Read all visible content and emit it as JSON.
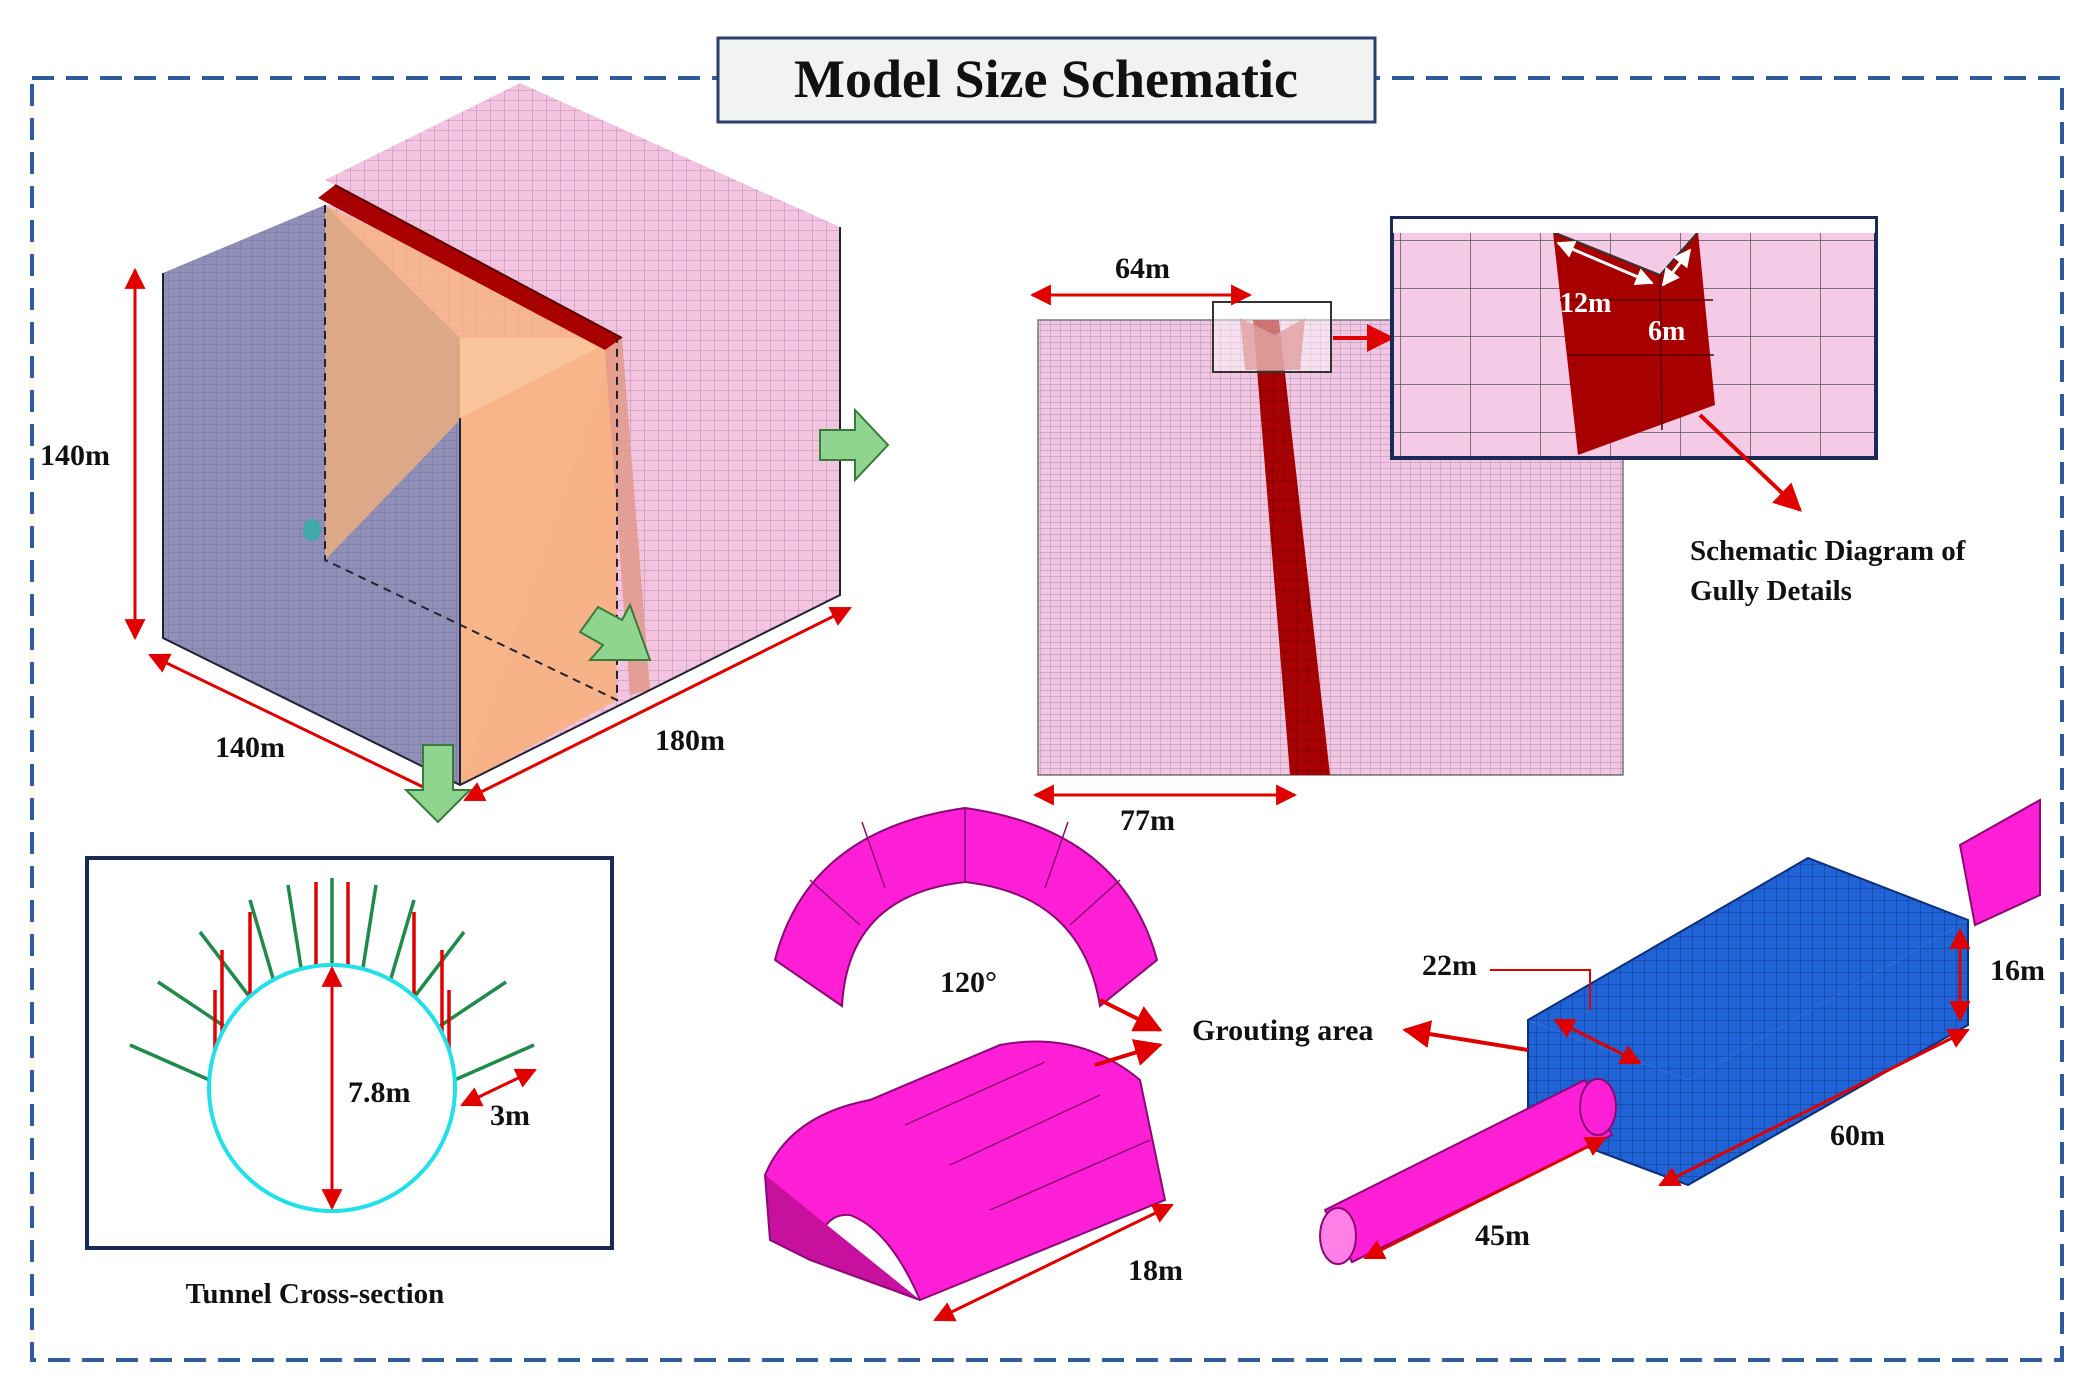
{
  "title": "Model Size Schematic",
  "colors": {
    "frame": "#2e5c9e",
    "dimension": "#e00000",
    "mesh_pink": "#f2c4e0",
    "mesh_slate": "#8f8fb8",
    "gully": "#a80000",
    "flow_arrow": "#8fd48f",
    "grout": "#ff1fd6",
    "block": "#1f63d6",
    "tunnel_ring": "#22e0e8",
    "bolt_green": "#1f8a4a",
    "bolt_red": "#e00000"
  },
  "model_3d": {
    "height": "140m",
    "width": "140m",
    "length": "180m",
    "icons": [
      "flow-arrow-icon",
      "flow-arrow-icon",
      "flow-arrow-icon"
    ]
  },
  "plan_view": {
    "gully_offset": "64m",
    "bottom_length": "77m"
  },
  "gully_detail": {
    "width_label": "12m",
    "depth_label": "6m",
    "caption_line1": "Schematic Diagram of",
    "caption_line2": "Gully Details"
  },
  "tunnel": {
    "diameter": "7.8m",
    "bolt_length": "3m",
    "caption": "Tunnel Cross-section"
  },
  "grouting": {
    "angle": "120°",
    "label": "Grouting area",
    "length": "18m"
  },
  "block_model": {
    "width": "22m",
    "height": "16m",
    "length": "60m",
    "tunnel_length": "45m"
  }
}
